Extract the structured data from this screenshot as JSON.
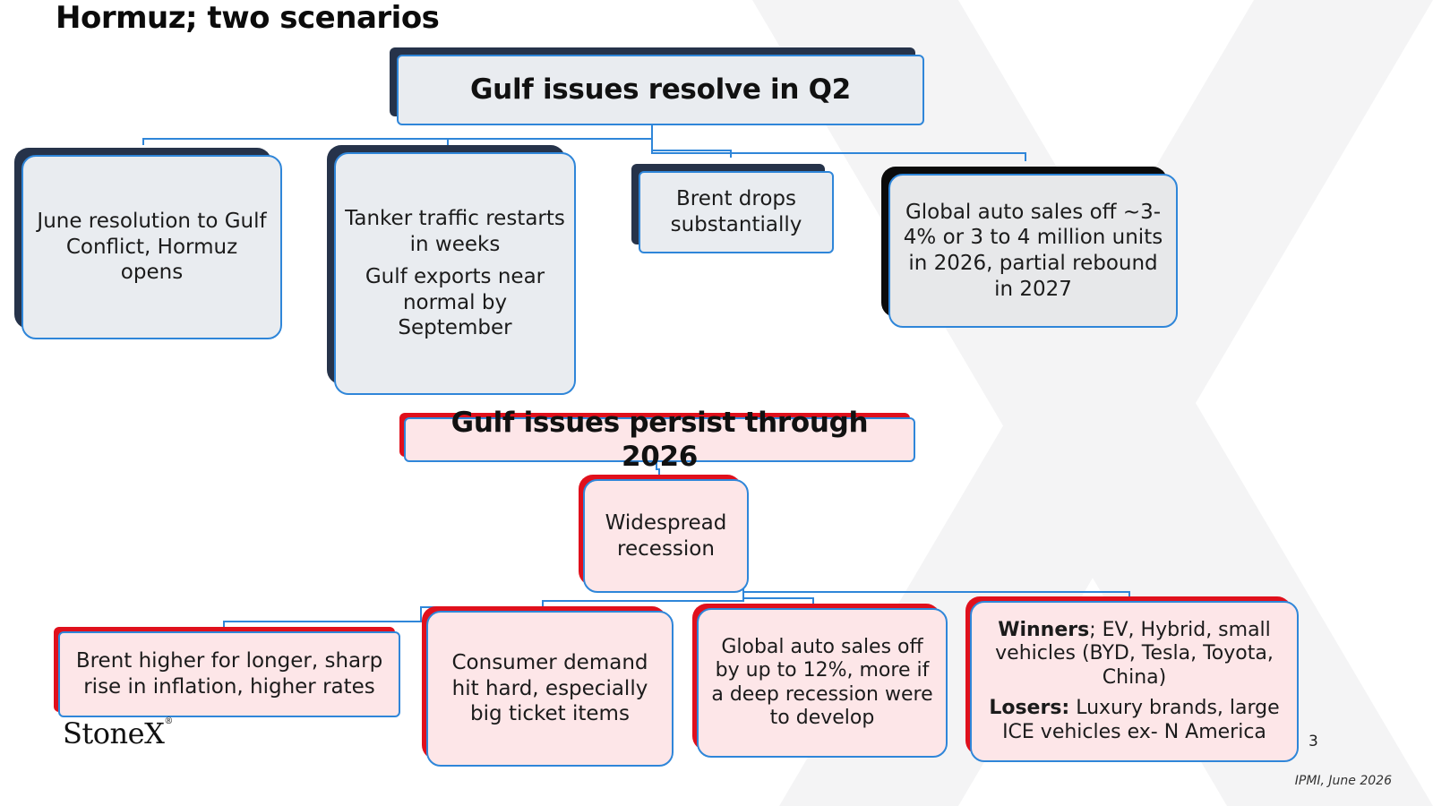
{
  "title": "Hormuz; two scenarios",
  "scenario_resolve": {
    "header": "Gulf issues resolve in Q2",
    "outcomes": [
      "June  resolution to Gulf Conflict, Hormuz opens",
      [
        "Tanker traffic restarts in weeks",
        "Gulf exports near normal by September"
      ],
      "Brent drops substantially",
      "Global auto sales off ~3-4% or 3 to 4 million units in 2026, partial rebound in 2027"
    ]
  },
  "scenario_persist": {
    "header": "Gulf issues persist through 2026",
    "intermediate": "Widespread recession",
    "outcomes": [
      "Brent higher for longer, sharp rise in inflation, higher rates",
      "Consumer demand hit hard, especially big ticket items",
      "Global auto sales off by up to 12%, more if a deep recession were to develop"
    ],
    "winners_losers": {
      "winners_label": "Winners",
      "winners_text": "; EV, Hybrid, small vehicles (BYD, Tesla, Toyota, China)",
      "losers_label": "Losers:",
      "losers_text": " Luxury brands, large ICE vehicles ex- N America"
    }
  },
  "logo": "StoneX",
  "logo_mark": "®",
  "page_number": "3",
  "footer": "IPMI, June 2026"
}
